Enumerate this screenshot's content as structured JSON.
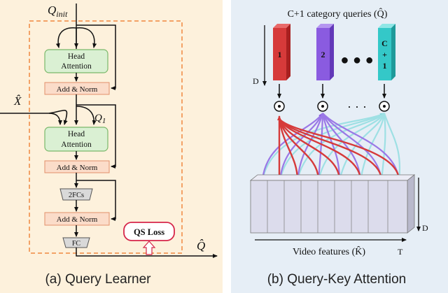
{
  "panel_a": {
    "caption": "(a) Query Learner",
    "q_init_symbol": "Q",
    "q_init_subscript": "init",
    "x_hat": "X̂",
    "q1_symbol": "Q",
    "q1_subscript": "1",
    "q_hat_out": "Q̂",
    "block1": {
      "head_line1": "Head",
      "head_line2": "Attention",
      "add_norm": "Add & Norm"
    },
    "block2": {
      "head_line1": "Head",
      "head_line2": "Attention",
      "add_norm": "Add & Norm"
    },
    "fcs": "2FCs",
    "add_norm3": "Add & Norm",
    "fc": "FC",
    "qs_loss": "QS Loss"
  },
  "panel_b": {
    "caption": "(b) Query-Key Attention",
    "title": "C+1 category queries (Q̂)",
    "queries": [
      "1",
      "2",
      "C\n+\n1"
    ],
    "dots_top": "● ● ●",
    "dots_mid": "· · ·",
    "dim_d_left": "D",
    "dim_d_right": "D",
    "axis_t": "T",
    "video_label": "Video features (K̂)"
  },
  "colors": {
    "panel_a_bg": "#fdf1dc",
    "panel_b_bg": "#e6eef6",
    "dashed_border": "#f0883e",
    "attention_fill": "#daf0d3",
    "attention_stroke": "#7ab86a",
    "addnorm_fill": "#fbdcc9",
    "addnorm_stroke": "#e2906a",
    "qs_loss_border": "#d6264a",
    "query1": "#d63a3a",
    "query2": "#8a5be0",
    "query3": "#34c8c8",
    "feature_fill": "#dcdcec"
  }
}
